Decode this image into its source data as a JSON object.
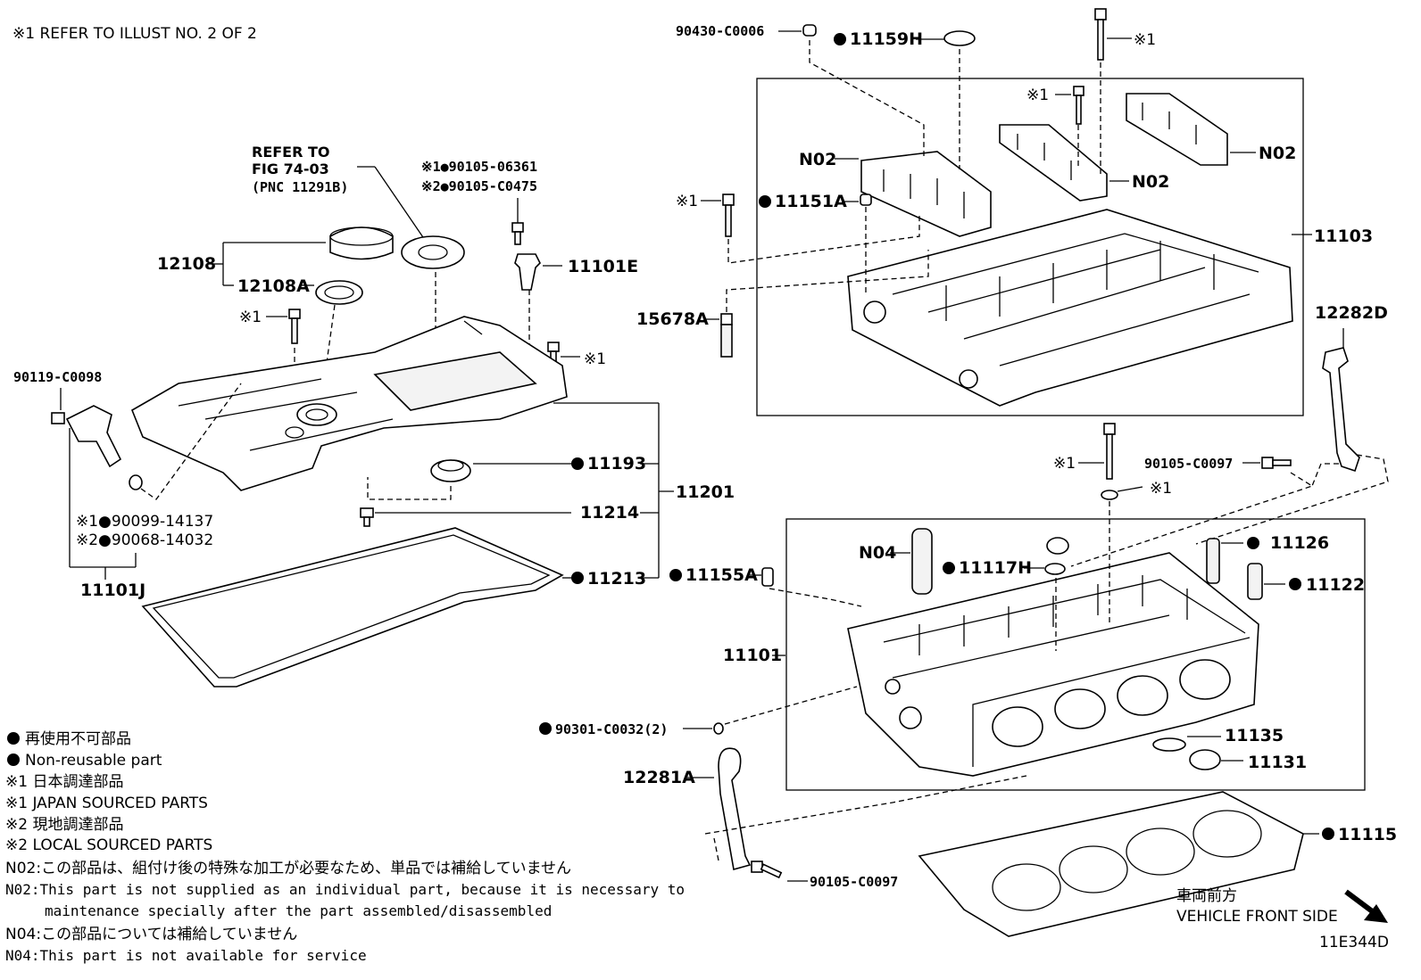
{
  "header_note": "※1   REFER TO ILLUST NO. 2 OF 2",
  "refer": {
    "line1": "REFER TO",
    "line2": "FIG 74-03",
    "line3": "(PNC 11291B)"
  },
  "labels": {
    "p90430": "90430-C0006",
    "p11159H": "11159H",
    "m1_top": "※1",
    "m1_cap": "※1",
    "n02_a": "N02",
    "n02_b": "N02",
    "n02_c": "N02",
    "m1_bolt_left": "※1",
    "p11151A": "11151A",
    "p11103": "11103",
    "p15678A": "15678A",
    "p12282D": "12282D",
    "m1_bolt_mid": "※1",
    "m1_washer": "※1",
    "p90105_c0097_a": "90105-C0097",
    "p90105_06361": "※1●90105-06361",
    "p90105_c0475": "※2●90105-C0475",
    "p12108": "12108",
    "p12108A": "12108A",
    "p11101E": "11101E",
    "m1_cover_bolt": "※1",
    "m1_cover_bolt2": "※1",
    "p90119": "90119-C0098",
    "p11193": "11193",
    "p11201": "11201",
    "p11214": "11214",
    "p90099": "※1●90099-14137",
    "p90068": "※2●90068-14032",
    "p11101J": "11101J",
    "p11213": "11213",
    "p11155A": "11155A",
    "n04": "N04",
    "p11117H": "11117H",
    "p11126": "11126",
    "p11122": "11122",
    "p11101": "11101",
    "p90301": "90301-C0032(2)",
    "p11135": "11135",
    "p11131": "11131",
    "p12281A": "12281A",
    "p11115": "11115",
    "p90105_c0097_b": "90105-C0097"
  },
  "legend": {
    "nonreuse_jp": "再使用不可部品",
    "nonreuse_en": "Non-reusable part",
    "m1_jp": "※1 日本調達部品",
    "m1_en": "※1 JAPAN SOURCED PARTS",
    "m2_jp": "※2 現地調達部品",
    "m2_en": "※2 LOCAL SOURCED PARTS",
    "n02_jp": "N02:この部品は、組付け後の特殊な加工が必要なため、単品では補給していません",
    "n02_en1": "N02:This part is not supplied as an individual part, because it is necessary to",
    "n02_en2": "maintenance specially after the part assembled/disassembled",
    "n04_jp": "N04:この部品については補給していません",
    "n04_en": "N04:This part is not available for service"
  },
  "front": {
    "jp": "車両前方",
    "en": "VEHICLE FRONT SIDE"
  },
  "figure_id": "11E344D"
}
